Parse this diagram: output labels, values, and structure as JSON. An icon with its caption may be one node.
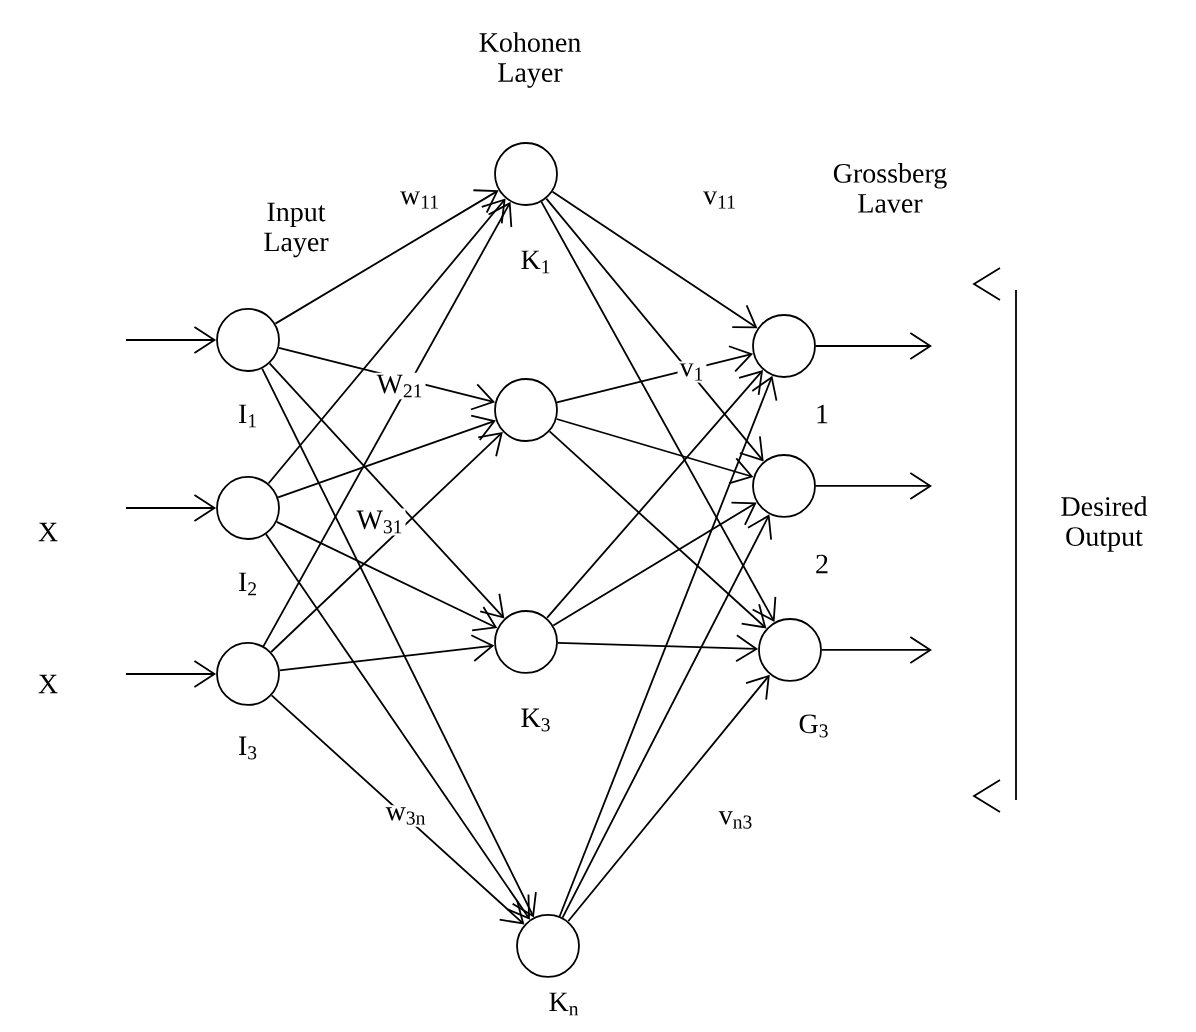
{
  "diagram": {
    "nodes": [
      {
        "text": [],
        "shape": "circle",
        "beside": [
          "I$_{1}$"
        ]
      },
      {
        "text": [],
        "shape": "circle",
        "beside": [
          "I$_{2}$"
        ]
      },
      {
        "text": [],
        "shape": "circle",
        "beside": [
          "I$_{3}$"
        ]
      },
      {
        "text": [],
        "shape": "circle",
        "beside": [
          "K$_{1}$"
        ]
      },
      {
        "text": [],
        "shape": "circle"
      },
      {
        "text": [],
        "shape": "circle",
        "beside": [
          "K$_{3}$"
        ]
      },
      {
        "text": [],
        "shape": "circle",
        "beside": [
          "K$_{n}$"
        ]
      },
      {
        "text": [],
        "shape": "circle",
        "beside": [
          "1"
        ]
      },
      {
        "text": [],
        "shape": "circle",
        "beside": [
          "2"
        ]
      },
      {
        "text": [],
        "shape": "circle",
        "beside": [
          "G$_{3}$"
        ]
      }
    ],
    "edges": [
      {
        "from": null,
        "to": 0,
        "arrow": "to"
      },
      {
        "from": null,
        "to": 1,
        "arrow": "to"
      },
      {
        "from": null,
        "to": 2,
        "arrow": "to"
      },
      {
        "from": 0,
        "to": 3,
        "arrow": "to"
      },
      {
        "from": 0,
        "to": 4,
        "arrow": "to"
      },
      {
        "from": 0,
        "to": 5,
        "arrow": "to"
      },
      {
        "from": 0,
        "to": 6,
        "arrow": "to"
      },
      {
        "from": 1,
        "to": 3,
        "arrow": "to"
      },
      {
        "from": 1,
        "to": 4,
        "arrow": "to"
      },
      {
        "from": 1,
        "to": 5,
        "arrow": "to"
      },
      {
        "from": 1,
        "to": 6,
        "arrow": "to"
      },
      {
        "from": 2,
        "to": 3,
        "arrow": "to"
      },
      {
        "from": 2,
        "to": 4,
        "arrow": "to"
      },
      {
        "from": 2,
        "to": 5,
        "arrow": "to"
      },
      {
        "from": 2,
        "to": 6,
        "arrow": "to"
      },
      {
        "from": 3,
        "to": 7,
        "arrow": "to"
      },
      {
        "from": 3,
        "to": 8,
        "arrow": "to"
      },
      {
        "from": 3,
        "to": 9,
        "arrow": "to"
      },
      {
        "from": 4,
        "to": 7,
        "arrow": "to"
      },
      {
        "from": 4,
        "to": 8,
        "arrow": "to"
      },
      {
        "from": 4,
        "to": 9,
        "arrow": "to"
      },
      {
        "from": 5,
        "to": 7,
        "arrow": "to"
      },
      {
        "from": 5,
        "to": 8,
        "arrow": "to"
      },
      {
        "from": 5,
        "to": 9,
        "arrow": "to"
      },
      {
        "from": 6,
        "to": 7,
        "arrow": "to"
      },
      {
        "from": 6,
        "to": 8,
        "arrow": "to"
      },
      {
        "from": 6,
        "to": 9,
        "arrow": "to"
      },
      {
        "from": 7,
        "to": null,
        "arrow": "to"
      },
      {
        "from": 8,
        "to": null,
        "arrow": "to"
      },
      {
        "from": 9,
        "to": null,
        "arrow": "to"
      }
    ],
    "labels": [
      "Kohonen Layer",
      "Input Layer",
      "w$_{11}$",
      "v$_{11}$",
      "Grossberg Laver",
      "W$_{21}$",
      "v$_{1}$",
      "Desired Output",
      "X",
      "W$_{31}$",
      "X",
      "w$_{3n}$",
      "v$_{n3}$"
    ]
  }
}
